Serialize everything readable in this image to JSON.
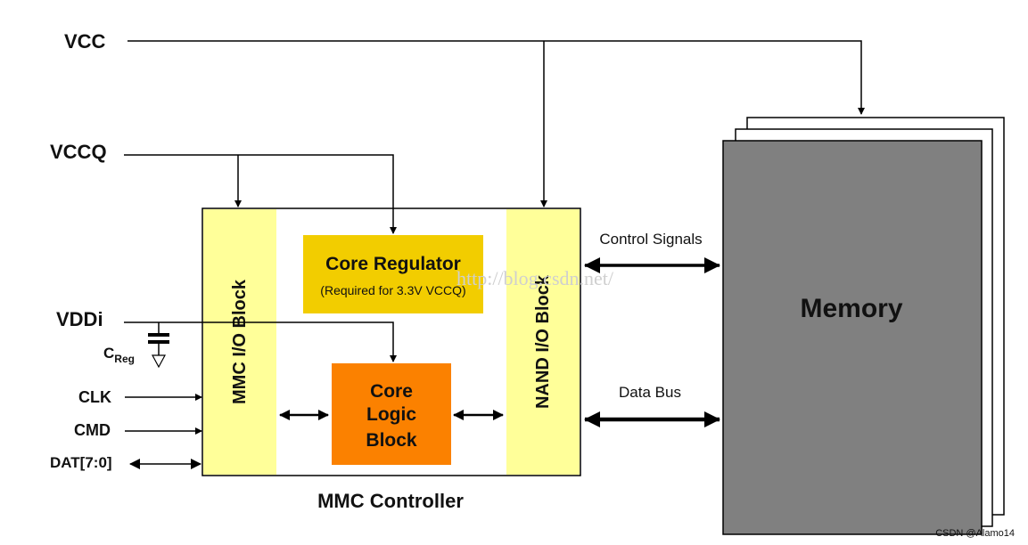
{
  "supplies": {
    "vcc": "VCC",
    "vccq": "VCCQ",
    "vddi": "VDDi"
  },
  "creg": {
    "main": "C",
    "sub": "Reg"
  },
  "pins": {
    "clk": "CLK",
    "cmd": "CMD",
    "dat": "DAT[7:0]"
  },
  "blocks": {
    "mmc_io": "MMC I/O Block",
    "nand_io": "NAND I/O Block",
    "core_regulator": "Core Regulator",
    "core_regulator_note": "(Required for 3.3V VCCQ)",
    "core_logic_lines": [
      "Core",
      "Logic",
      "Block"
    ],
    "controller": "MMC Controller"
  },
  "memory": {
    "label": "Memory"
  },
  "buses": {
    "control": "Control Signals",
    "data": "Data Bus"
  },
  "watermark": "http://blog.csdn.net/",
  "credit": "CSDN @Alamo14",
  "colors": {
    "io_block": "#ffff99",
    "regulator": "#f2cd00",
    "core_logic": "#fb8100",
    "memory": "#808080",
    "line": "#000000"
  }
}
